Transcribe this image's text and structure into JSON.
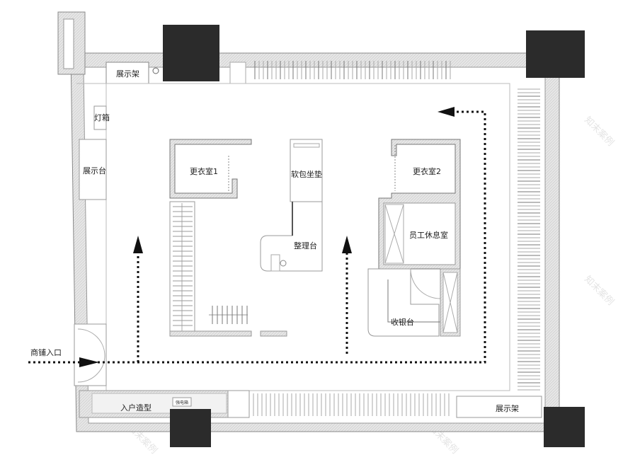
{
  "labels": {
    "display_rack_top": "展示架",
    "light_box": "灯箱",
    "display_table": "展示台",
    "fitting_room_1": "更衣室1",
    "soft_cushion_seat": "软包坐垫",
    "sorting_table": "整理台",
    "fitting_room_2": "更衣室2",
    "staff_lounge": "员工休息室",
    "cashier": "收银台",
    "shop_entrance": "商铺入口",
    "entrance_feature": "入户造型",
    "electrical_box": "强电箱",
    "display_rack_bottom": "展示架"
  },
  "watermark": "知末案例",
  "colors": {
    "wall": "#d9d9d9",
    "column": "#2b2b2b",
    "path": "#111111"
  }
}
